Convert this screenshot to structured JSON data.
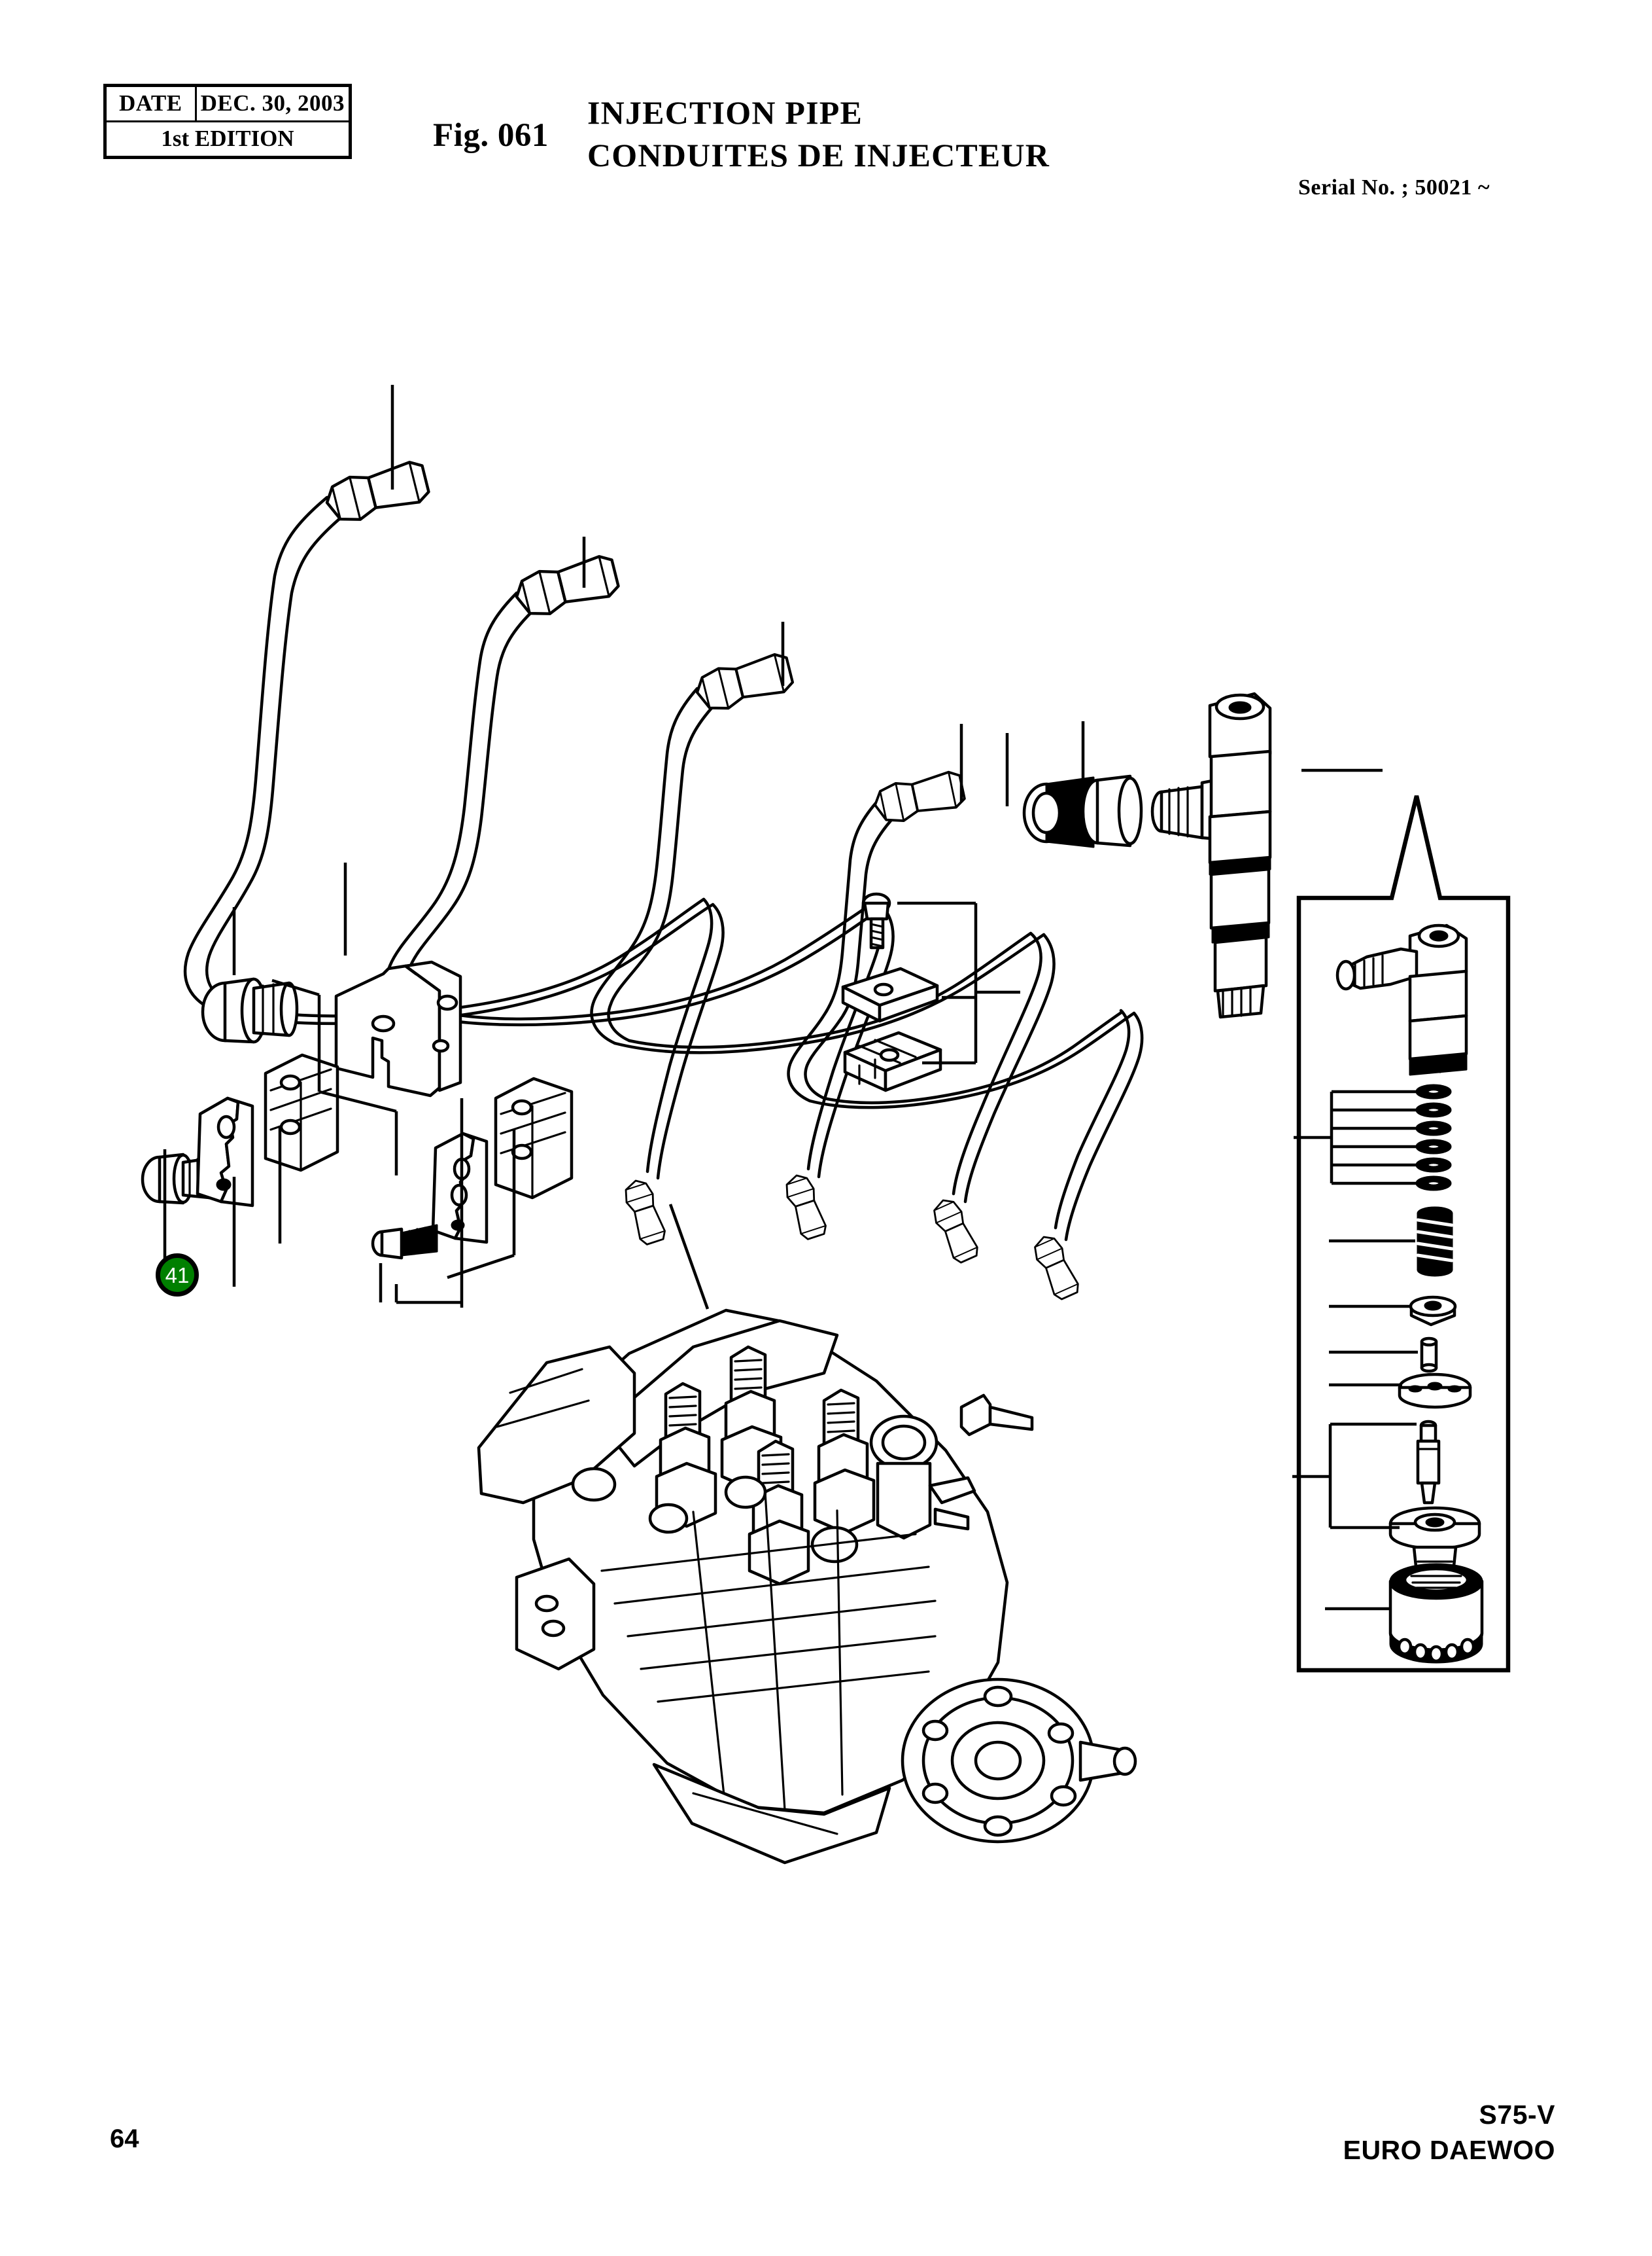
{
  "header": {
    "rev_table": {
      "date_label": "DATE",
      "date_value": "DEC.  30, 2003",
      "edition": "1st  EDITION"
    },
    "figure_label": "Fig. 061",
    "title_en": "INJECTION PIPE",
    "title_fr": "CONDUITES DE INJECTEUR",
    "serial_note": "Serial No. ; 50021 ~"
  },
  "footer": {
    "page_number": "64",
    "model_code": "S75-V",
    "company": "EURO DAEWOO"
  },
  "callouts": [
    {
      "id": "41",
      "label": "41",
      "color": "#008000",
      "text_color": "#ffffff"
    }
  ],
  "diagram": {
    "type": "exploded-parts-drawing",
    "subject": "Diesel fuel injection pipe, clamp and injector assembly",
    "line_color": "#000000",
    "background": "#ffffff",
    "groups": [
      {
        "name": "injection-pipe-set",
        "description": "Four high-pressure injection pipes with hex union nuts at each end, routed in a bundle from the injection pump to the injector nozzle holders",
        "pipe_count": 4,
        "leader_count": 4
      },
      {
        "name": "injector-nozzle-holder",
        "description": "Injector nozzle holder with heat shield sleeve, seal washer and delivery connector, shown at upper right of the main view",
        "leader_count": 3
      },
      {
        "name": "pipe-clamp-group-left",
        "description": "Mounting bolts, bracket plates and split rubber clamp blocks that secure the pipe bundle",
        "leader_count": 6
      },
      {
        "name": "pipe-clamp-group-right",
        "description": "Bolt, clamp plate and rubber clamp block bracketed as a sub assembly",
        "leader_count": 3
      },
      {
        "name": "injection-pump",
        "description": "Inline fuel injection pump body with delivery valve holders, governor housing and drive coupling flange",
        "leader_count": 1
      },
      {
        "name": "injector-detail-inset",
        "description": "Enlarged exploded detail of one injector: nozzle holder body, shim pack, spring, spring seat, push rod, distance piece, nozzle assembly and retaining nut",
        "leader_count": 7,
        "has_pointer_peak": true
      }
    ]
  }
}
